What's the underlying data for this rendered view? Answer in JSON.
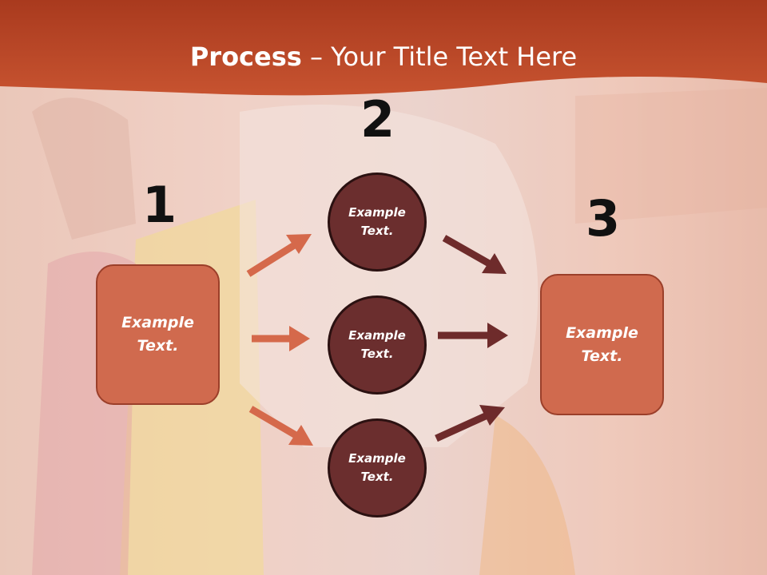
{
  "title": {
    "bold": "Process",
    "rest": " – Your Title Text Here"
  },
  "colors": {
    "header": "#c24a26",
    "box": "#d06a4e",
    "circle": "#6b2e2e",
    "arrow_left": "#d5694b",
    "arrow_right": "#6e2b2b"
  },
  "steps": {
    "one": "1",
    "two": "2",
    "three": "3"
  },
  "left_box": {
    "text": "Example\nText."
  },
  "right_box": {
    "text": "Example\nText."
  },
  "circles": [
    {
      "text": "Example\nText."
    },
    {
      "text": "Example\nText."
    },
    {
      "text": "Example\nText."
    }
  ]
}
